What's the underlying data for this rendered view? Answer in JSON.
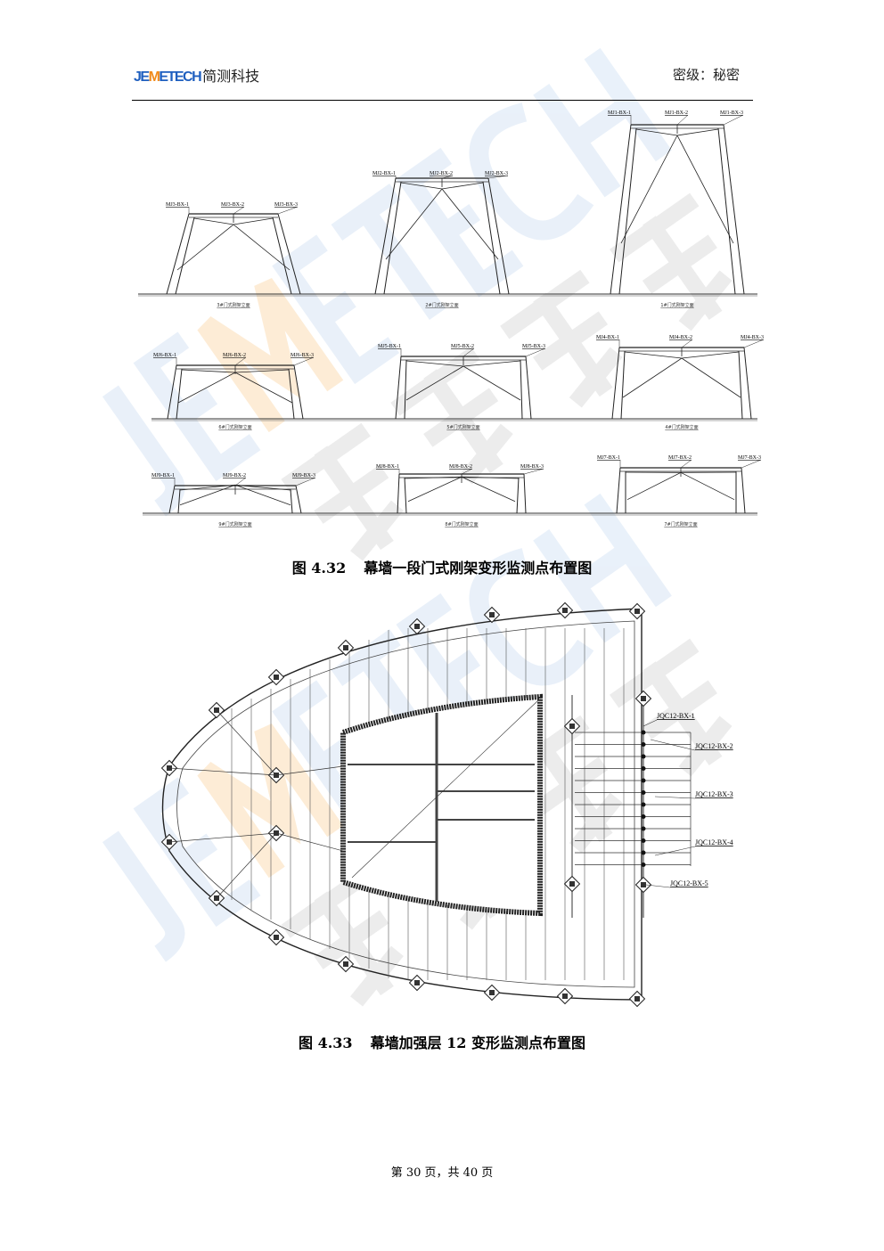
{
  "header": {
    "logo_en_a": "JE",
    "logo_en_m": "M",
    "logo_en_b": "ETECH",
    "logo_cn": "简测科技",
    "classification": "密级：秘密"
  },
  "figure1": {
    "number": "图 4.32",
    "title": "幕墙一段门式刚架变形监测点布置图",
    "frames": [
      {
        "labels": [
          "MJ3-BX-1",
          "MJ3-BX-2",
          "MJ3-BX-3"
        ],
        "caption": "3#门式刚架立面"
      },
      {
        "labels": [
          "MJ2-BX-1",
          "MJ2-BX-2",
          "MJ2-BX-3"
        ],
        "caption": "2#门式刚架立面"
      },
      {
        "labels": [
          "MJ1-BX-1",
          "MJ1-BX-2",
          "MJ1-BX-3"
        ],
        "caption": "1#门式刚架立面"
      },
      {
        "labels": [
          "MJ6-BX-1",
          "MJ6-BX-2",
          "MJ6-BX-3"
        ],
        "caption": "6#门式刚架立面"
      },
      {
        "labels": [
          "MJ5-BX-1",
          "MJ5-BX-2",
          "MJ5-BX-3"
        ],
        "caption": "5#门式刚架立面"
      },
      {
        "labels": [
          "MJ4-BX-1",
          "MJ4-BX-2",
          "MJ4-BX-3"
        ],
        "caption": "4#门式刚架立面"
      },
      {
        "labels": [
          "MJ9-BX-1",
          "MJ9-BX-2",
          "MJ9-BX-3"
        ],
        "caption": "9#门式刚架立面"
      },
      {
        "labels": [
          "MJ8-BX-1",
          "MJ8-BX-2",
          "MJ8-BX-3"
        ],
        "caption": "8#门式刚架立面"
      },
      {
        "labels": [
          "MJ7-BX-1",
          "MJ7-BX-2",
          "MJ7-BX-3"
        ],
        "caption": "7#门式刚架立面"
      }
    ]
  },
  "figure2": {
    "number": "图 4.33",
    "title": "幕墙加强层 12 变形监测点布置图",
    "points": [
      "JQC12-BX-1",
      "JQC12-BX-2",
      "JQC12-BX-3",
      "JQC12-BX-4",
      "JQC12-BX-5"
    ]
  },
  "footer": {
    "page": "第 30 页，共 40 页"
  }
}
